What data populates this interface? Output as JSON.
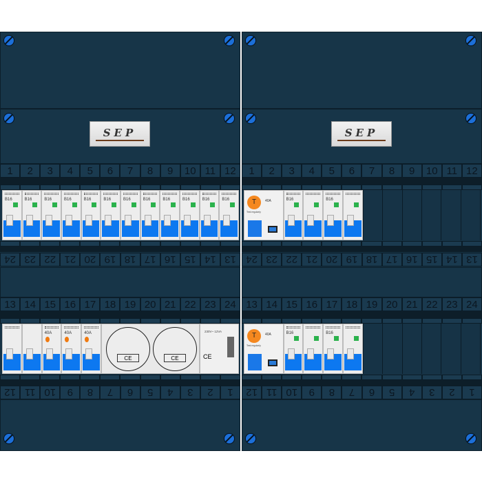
{
  "logo": {
    "text": "SEP"
  },
  "top_numbers": [
    "1",
    "2",
    "3",
    "4",
    "5",
    "6",
    "7",
    "8",
    "9",
    "10",
    "11",
    "12"
  ],
  "row1_reversed_numbers": [
    "13",
    "14",
    "15",
    "16",
    "17",
    "18",
    "19",
    "20",
    "21",
    "22",
    "23",
    "24"
  ],
  "row2_numbers": [
    "13",
    "14",
    "15",
    "16",
    "17",
    "18",
    "19",
    "20",
    "21",
    "22",
    "23",
    "24"
  ],
  "row2_reversed_numbers": [
    "1",
    "2",
    "3",
    "4",
    "5",
    "6",
    "7",
    "8",
    "9",
    "10",
    "11",
    "12"
  ],
  "breaker": {
    "rating": "B16"
  },
  "rcd": {
    "symbol": "T",
    "test_text": "Test regularly",
    "rating": "40A"
  },
  "rcbo": {
    "rating": "40A"
  },
  "socket": {
    "mark": "CE"
  },
  "psu": {
    "text": "230V~ 12VA",
    "mark": "CE"
  },
  "colors": {
    "panel": "#163346",
    "handle": "#0d78f0",
    "led": "#2bb24c",
    "test_button": "#f5881f"
  }
}
